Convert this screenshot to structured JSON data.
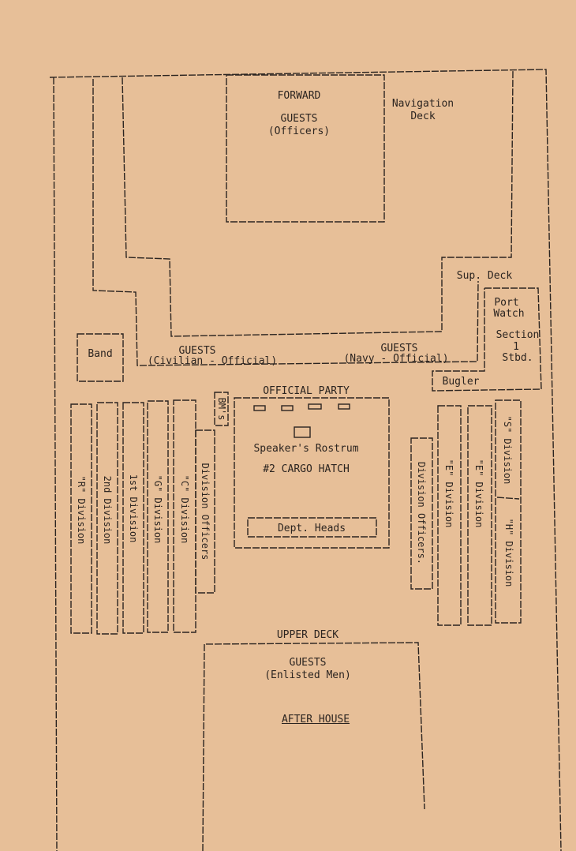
{
  "diagram": {
    "forward": {
      "title": "FORWARD",
      "guests": "GUESTS",
      "guests_sub": "(Officers)"
    },
    "navigation_deck": {
      "line1": "Navigation",
      "line2": "Deck"
    },
    "sup_deck": "Sup. Deck",
    "port_watch": {
      "line1": "Port",
      "line2": "Watch",
      "line3": "Section",
      "line4": "1",
      "line5": "Stbd."
    },
    "band": "Band",
    "guests_civilian": {
      "title": "GUESTS",
      "sub": "(Civilian - Official)"
    },
    "guests_navy": {
      "title": "GUESTS",
      "sub": "(Navy - Official)"
    },
    "bugler": "Bugler",
    "official_party": "OFFICIAL PARTY",
    "bms": "BM's",
    "speakers_rostrum": "Speaker's Rostrum",
    "cargo_hatch": "#2 CARGO HATCH",
    "dept_heads": "Dept. Heads",
    "left_columns": [
      "\"R\" Division",
      "2nd Division",
      "1st Division",
      "\"G\" Division",
      "\"C\" Division",
      "Division Officers"
    ],
    "right_columns": [
      "Division Officers.",
      "\"E\" Division",
      "\"E\" Division"
    ],
    "g_h_division": {
      "upper": "\"S\" Division",
      "lower": "\"H\" Division"
    },
    "upper_deck": "UPPER DECK",
    "guests_enlisted": {
      "title": "GUESTS",
      "sub": "(Enlisted Men)"
    },
    "after_house": "AFTER HOUSE"
  }
}
